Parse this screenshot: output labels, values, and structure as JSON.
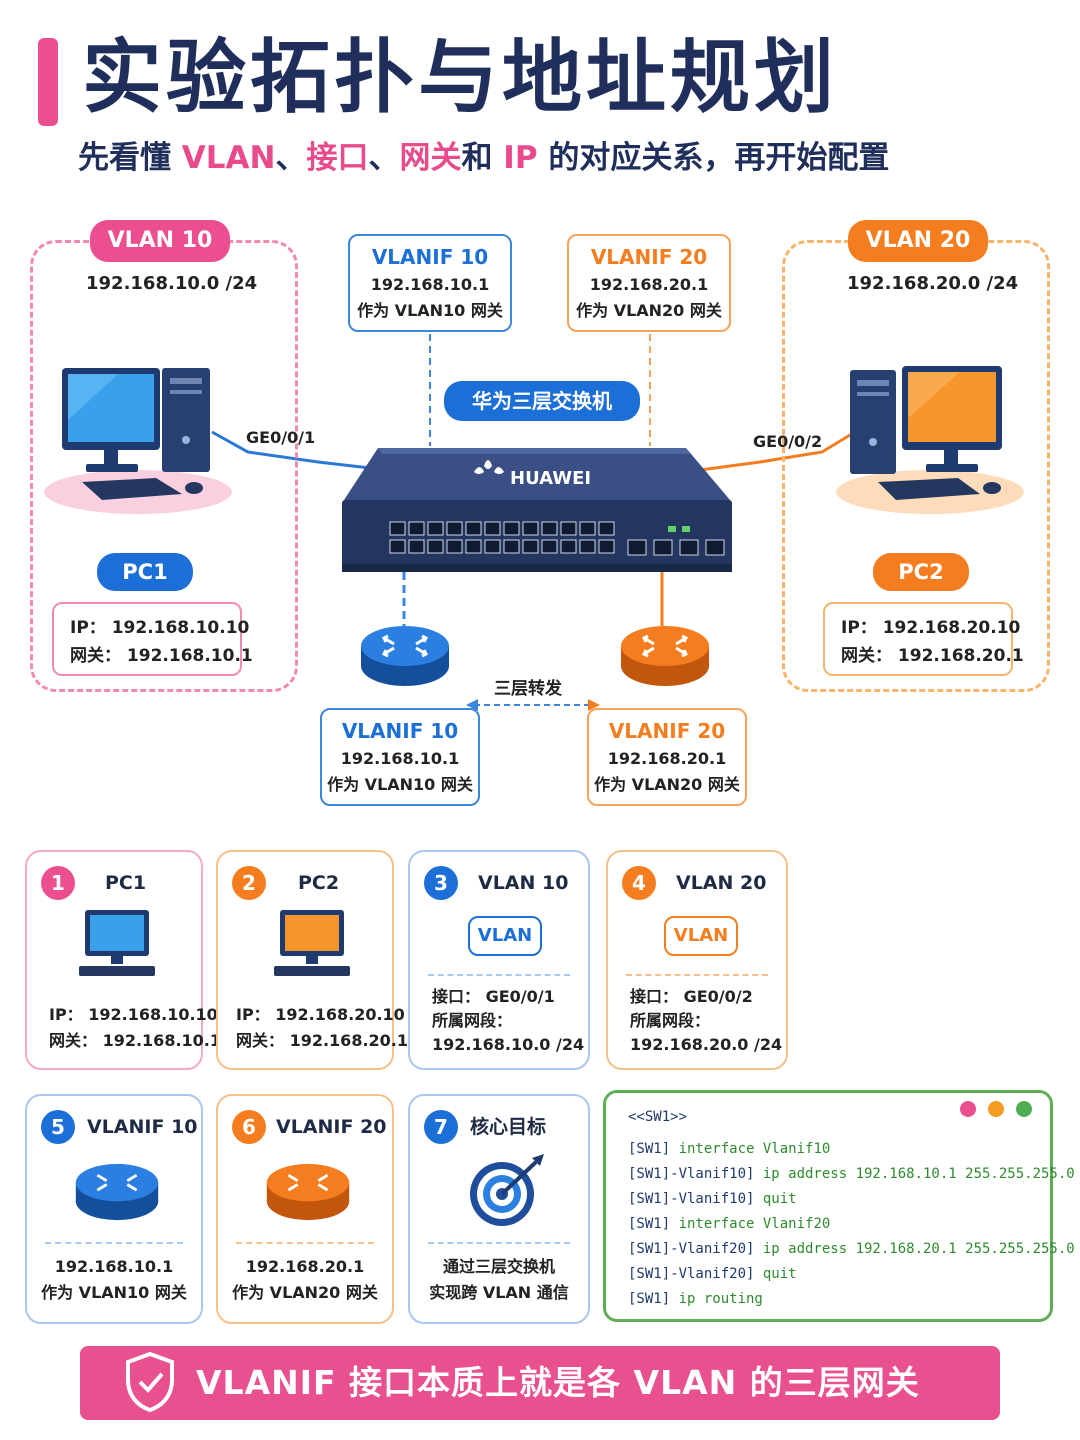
{
  "header": {
    "title": "实验拓扑与地址规划",
    "subtitle": {
      "p1": "先看懂 ",
      "h1": "VLAN",
      "p2": "、",
      "h2": "接口",
      "p3": "、",
      "h3": "网关",
      "p4": "和 ",
      "h4": "IP",
      "p5": " 的对应关系，再开始配置"
    }
  },
  "topology": {
    "vlan10": {
      "label": "VLAN 10",
      "network": "192.168.10.0 /24"
    },
    "vlan20": {
      "label": "VLAN 20",
      "network": "192.168.20.0 /24"
    },
    "pc1": {
      "label": "PC1",
      "ip": "IP：  192.168.10.10",
      "gw": "网关：  192.168.10.1"
    },
    "pc2": {
      "label": "PC2",
      "ip": "IP：  192.168.20.10",
      "gw": "网关：  192.168.20.1"
    },
    "port1": "GE0/0/1",
    "port2": "GE0/0/2",
    "switch_label": "华为三层交换机",
    "switch_brand": "HUAWEI",
    "l3_forward": "三层转发",
    "vlanif10_top": {
      "title": "VLANIF 10",
      "ip": "192.168.10.1",
      "role": "作为 VLAN10 网关"
    },
    "vlanif20_top": {
      "title": "VLANIF 20",
      "ip": "192.168.20.1",
      "role": "作为 VLAN20 网关"
    },
    "vlanif10_bottom": {
      "title": "VLANIF 10",
      "ip": "192.168.10.1",
      "role": "作为 VLAN10 网关"
    },
    "vlanif20_bottom": {
      "title": "VLANIF 20",
      "ip": "192.168.20.1",
      "role": "作为 VLAN20 网关"
    }
  },
  "cards": [
    {
      "num": "1",
      "title": "PC1",
      "line1": "IP：  192.168.10.10",
      "line2": "网关：  192.168.10.1"
    },
    {
      "num": "2",
      "title": "PC2",
      "line1": "IP：  192.168.20.10",
      "line2": "网关：  192.168.20.1"
    },
    {
      "num": "3",
      "title": "VLAN 10",
      "tag": "VLAN",
      "line1": "接口：  GE0/0/1",
      "line2": "所属网段：",
      "line3": "192.168.10.0 /24"
    },
    {
      "num": "4",
      "title": "VLAN 20",
      "tag": "VLAN",
      "line1": "接口：  GE0/0/2",
      "line2": "所属网段：",
      "line3": "192.168.20.0 /24"
    },
    {
      "num": "5",
      "title": "VLANIF 10",
      "line1": "192.168.10.1",
      "line2": "作为 VLAN10 网关"
    },
    {
      "num": "6",
      "title": "VLANIF 20",
      "line1": "192.168.20.1",
      "line2": "作为 VLAN20 网关"
    },
    {
      "num": "7",
      "title": "核心目标",
      "line1": "通过三层交换机",
      "line2": "实现跨 VLAN 通信"
    }
  ],
  "code": {
    "header": "<<SW1>>",
    "lines": [
      {
        "prompt": "[SW1] ",
        "cmd": "interface Vlanif10"
      },
      {
        "prompt": "[SW1]-Vlanif10] ",
        "cmd": "ip address 192.168.10.1 255.255.255.0"
      },
      {
        "prompt": "[SW1]-Vlanif10] ",
        "cmd": "quit"
      },
      {
        "prompt": "[SW1] ",
        "cmd": "interface Vlanif20"
      },
      {
        "prompt": "[SW1]-Vlanif20] ",
        "cmd": "ip address 192.168.20.1 255.255.255.0"
      },
      {
        "prompt": "[SW1]-Vlanif20] ",
        "cmd": "quit"
      },
      {
        "prompt": "[SW1] ",
        "cmd": "ip routing"
      }
    ]
  },
  "banner": "VLANIF 接口本质上就是各 VLAN 的三层网关",
  "colors": {
    "pink": "#ec4f8f",
    "orange": "#f47d20",
    "blue": "#1c6fd6",
    "navy": "#1f2e5a",
    "green": "#5fae54"
  }
}
